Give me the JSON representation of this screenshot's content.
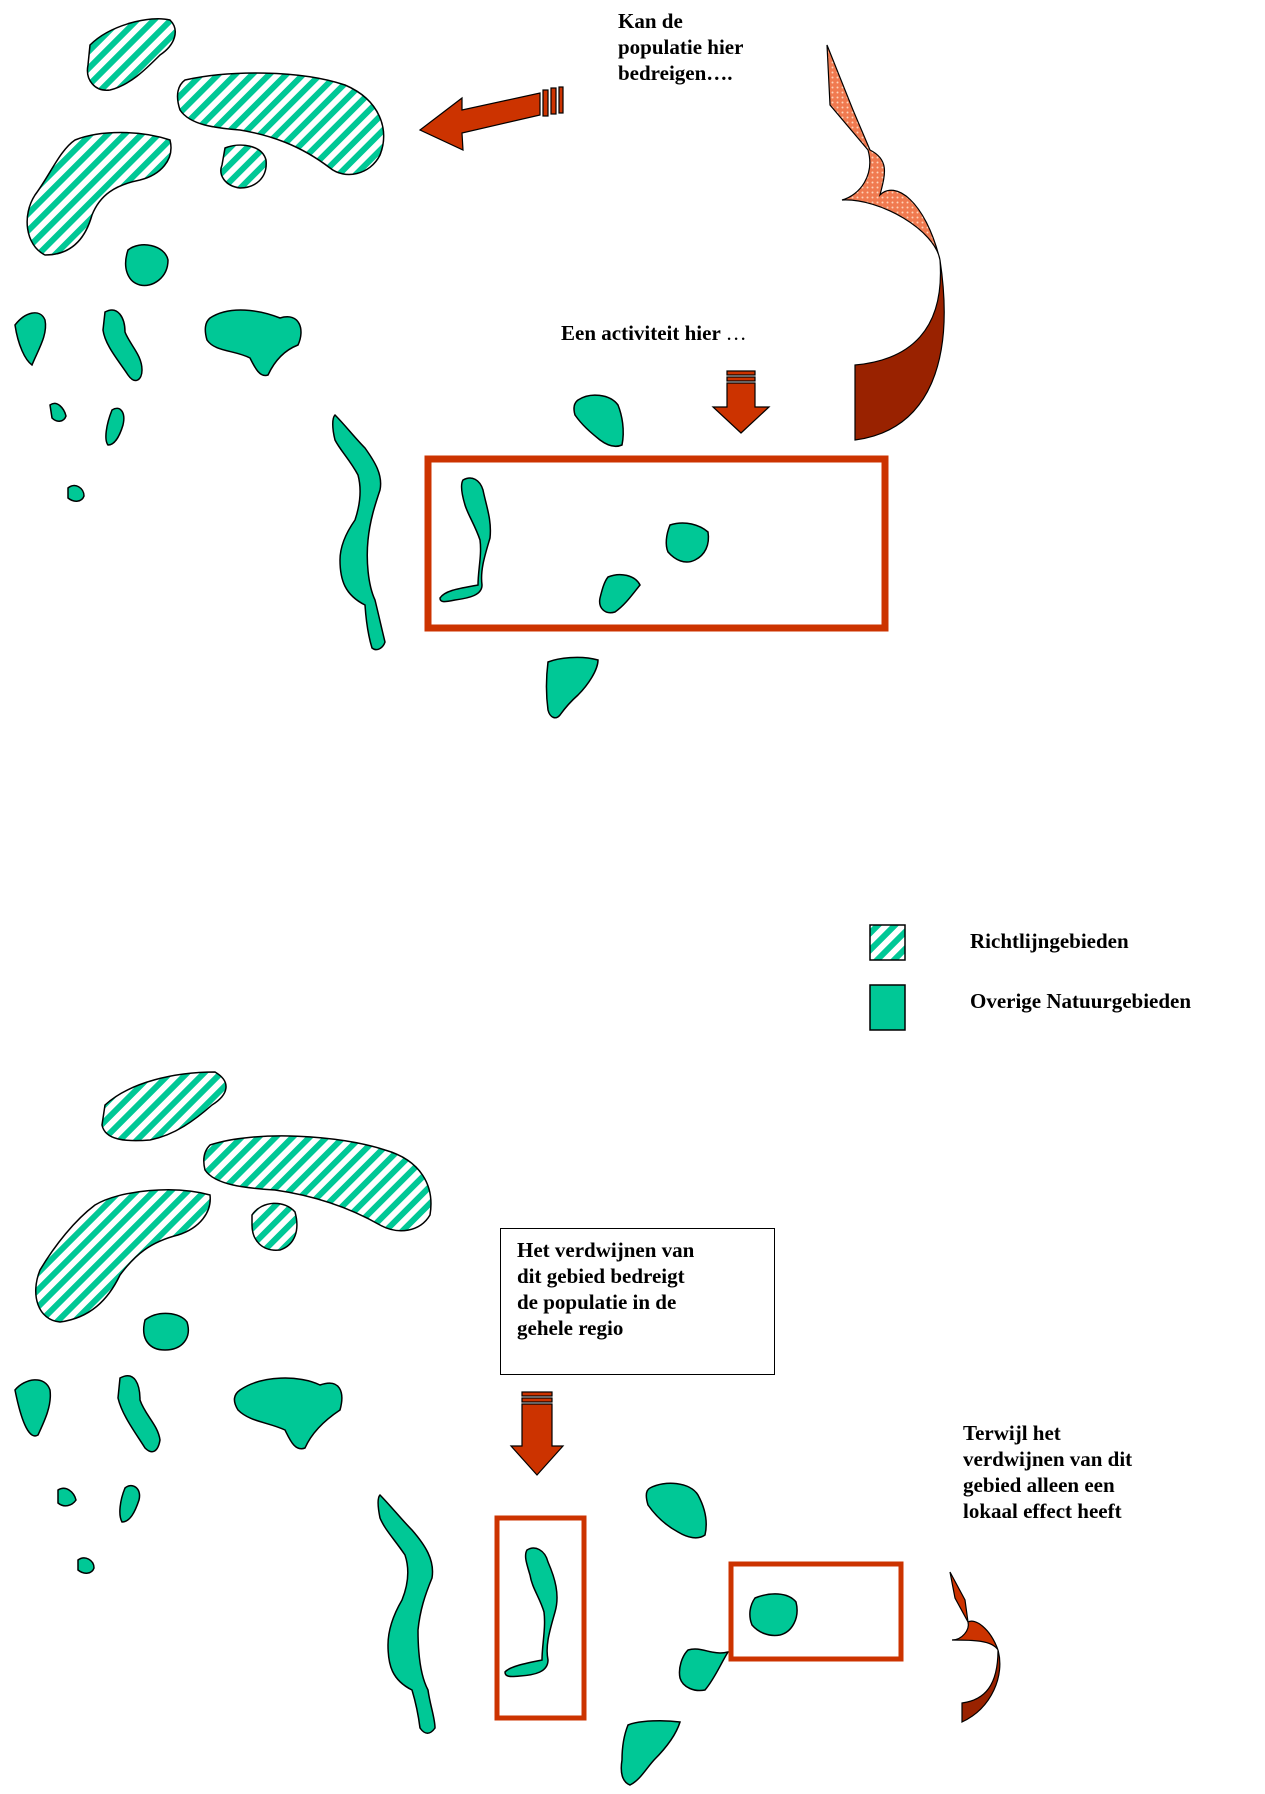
{
  "labels": {
    "top_question": [
      "Kan de",
      "populatie hier",
      "bedreigen…."
    ],
    "activity": "Een activiteit hier",
    "activity_ellipsis": "…",
    "callout": [
      "Het verdwijnen van",
      "dit gebied bedreigt",
      "de populatie in de",
      "gehele regio"
    ],
    "local_effect": [
      "Terwijl het",
      "verdwijnen van dit",
      "gebied alleen een",
      "lokaal effect heeft"
    ]
  },
  "legend": {
    "items": [
      {
        "label": "Richtlijngebieden",
        "pattern": "hatched"
      },
      {
        "label": "Overige Natuurgebieden",
        "pattern": "solid"
      }
    ]
  },
  "colors": {
    "nature_area": "#00C896",
    "hatch_stripe": "#00C896",
    "frame_red": "#CC3300",
    "arrow_red": "#CC3300",
    "arrow_dark": "#992200",
    "arrow_dotted": "#F07A50"
  }
}
